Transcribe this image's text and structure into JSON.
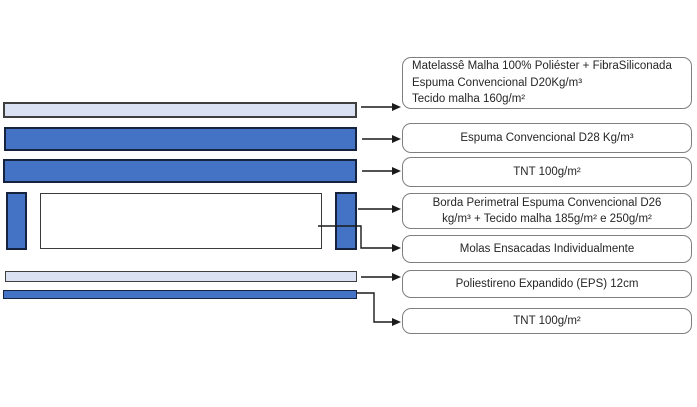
{
  "diagram_title": "mattress-layers-cross-section",
  "colors": {
    "layer_blue": "#4472c4",
    "layer_light": "#dae1f2",
    "bar_border_dark": "#3f3f3f",
    "bar_border_navy": "#16233f",
    "label_border": "#7f7f7f",
    "arrow": "#1a1a1a",
    "text": "#262626",
    "background": "#ffffff"
  },
  "layers": [
    {
      "id": "matelasse-top",
      "style": "light-thin-bar"
    },
    {
      "id": "espuma-d28",
      "style": "blue-bar"
    },
    {
      "id": "tnt-upper",
      "style": "blue-bar"
    },
    {
      "id": "borda-left-block",
      "style": "blue-block"
    },
    {
      "id": "molas-core",
      "style": "white-box"
    },
    {
      "id": "borda-right-block",
      "style": "blue-block"
    },
    {
      "id": "eps-layer",
      "style": "light-thin-bar"
    },
    {
      "id": "tnt-bottom",
      "style": "blue-thin-bar"
    }
  ],
  "labels": [
    {
      "lines": [
        "Matelassê Malha 100% Poliéster + FibraSiliconada",
        "Espuma Convencional D20Kg/m³",
        "Tecido malha 160g/m²"
      ],
      "align": "left"
    },
    {
      "lines": [
        "Espuma Convencional D28 Kg/m³"
      ],
      "align": "center"
    },
    {
      "lines": [
        "TNT 100g/m²"
      ],
      "align": "center"
    },
    {
      "lines": [
        "Borda Perimetral Espuma Convencional D26",
        "kg/m³ + Tecido malha 185g/m² e 250g/m²"
      ],
      "align": "center"
    },
    {
      "lines": [
        "Molas Ensacadas Individualmente"
      ],
      "align": "center"
    },
    {
      "lines": [
        "Poliestireno Expandido (EPS) 12cm"
      ],
      "align": "center"
    },
    {
      "lines": [
        "TNT 100g/m²"
      ],
      "align": "center"
    }
  ]
}
